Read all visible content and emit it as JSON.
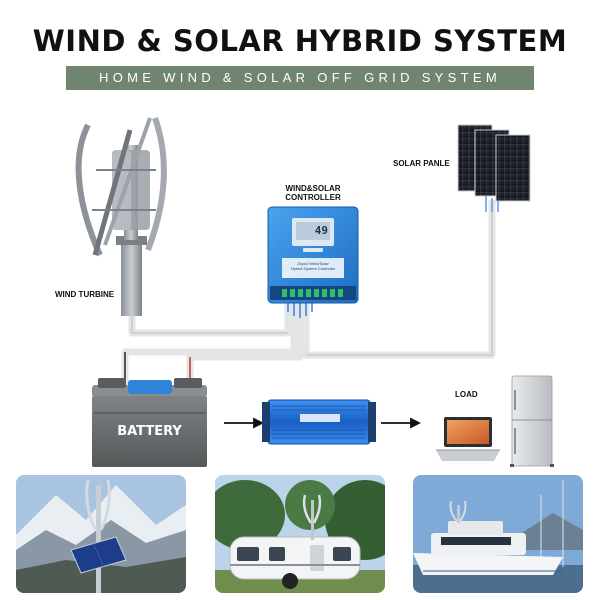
{
  "header": {
    "title": "WIND & SOLAR HYBRID SYSTEM",
    "subtitle": "HOME WIND & SOLAR OFF GRID SYSTEM"
  },
  "components": {
    "wind_turbine": "WIND TURBINE",
    "controller": "WIND&SOLAR\nCONTROLLER",
    "controller_display": "49",
    "controller_panel_text": "24pc4 Wind/Solar\nHybrid System Controller",
    "solar_panel": "SOLAR PANLE",
    "battery": "BATTERY",
    "load": "LOAD"
  },
  "colors": {
    "subtitle_bar": "#6f8570",
    "controller_blue": "#2f86d6",
    "inverter_blue": "#1f6fd1",
    "battery_gray": "#6e7174",
    "battery_handle_blue": "#2f83d8",
    "cable_gray": "#e3e5e7"
  }
}
